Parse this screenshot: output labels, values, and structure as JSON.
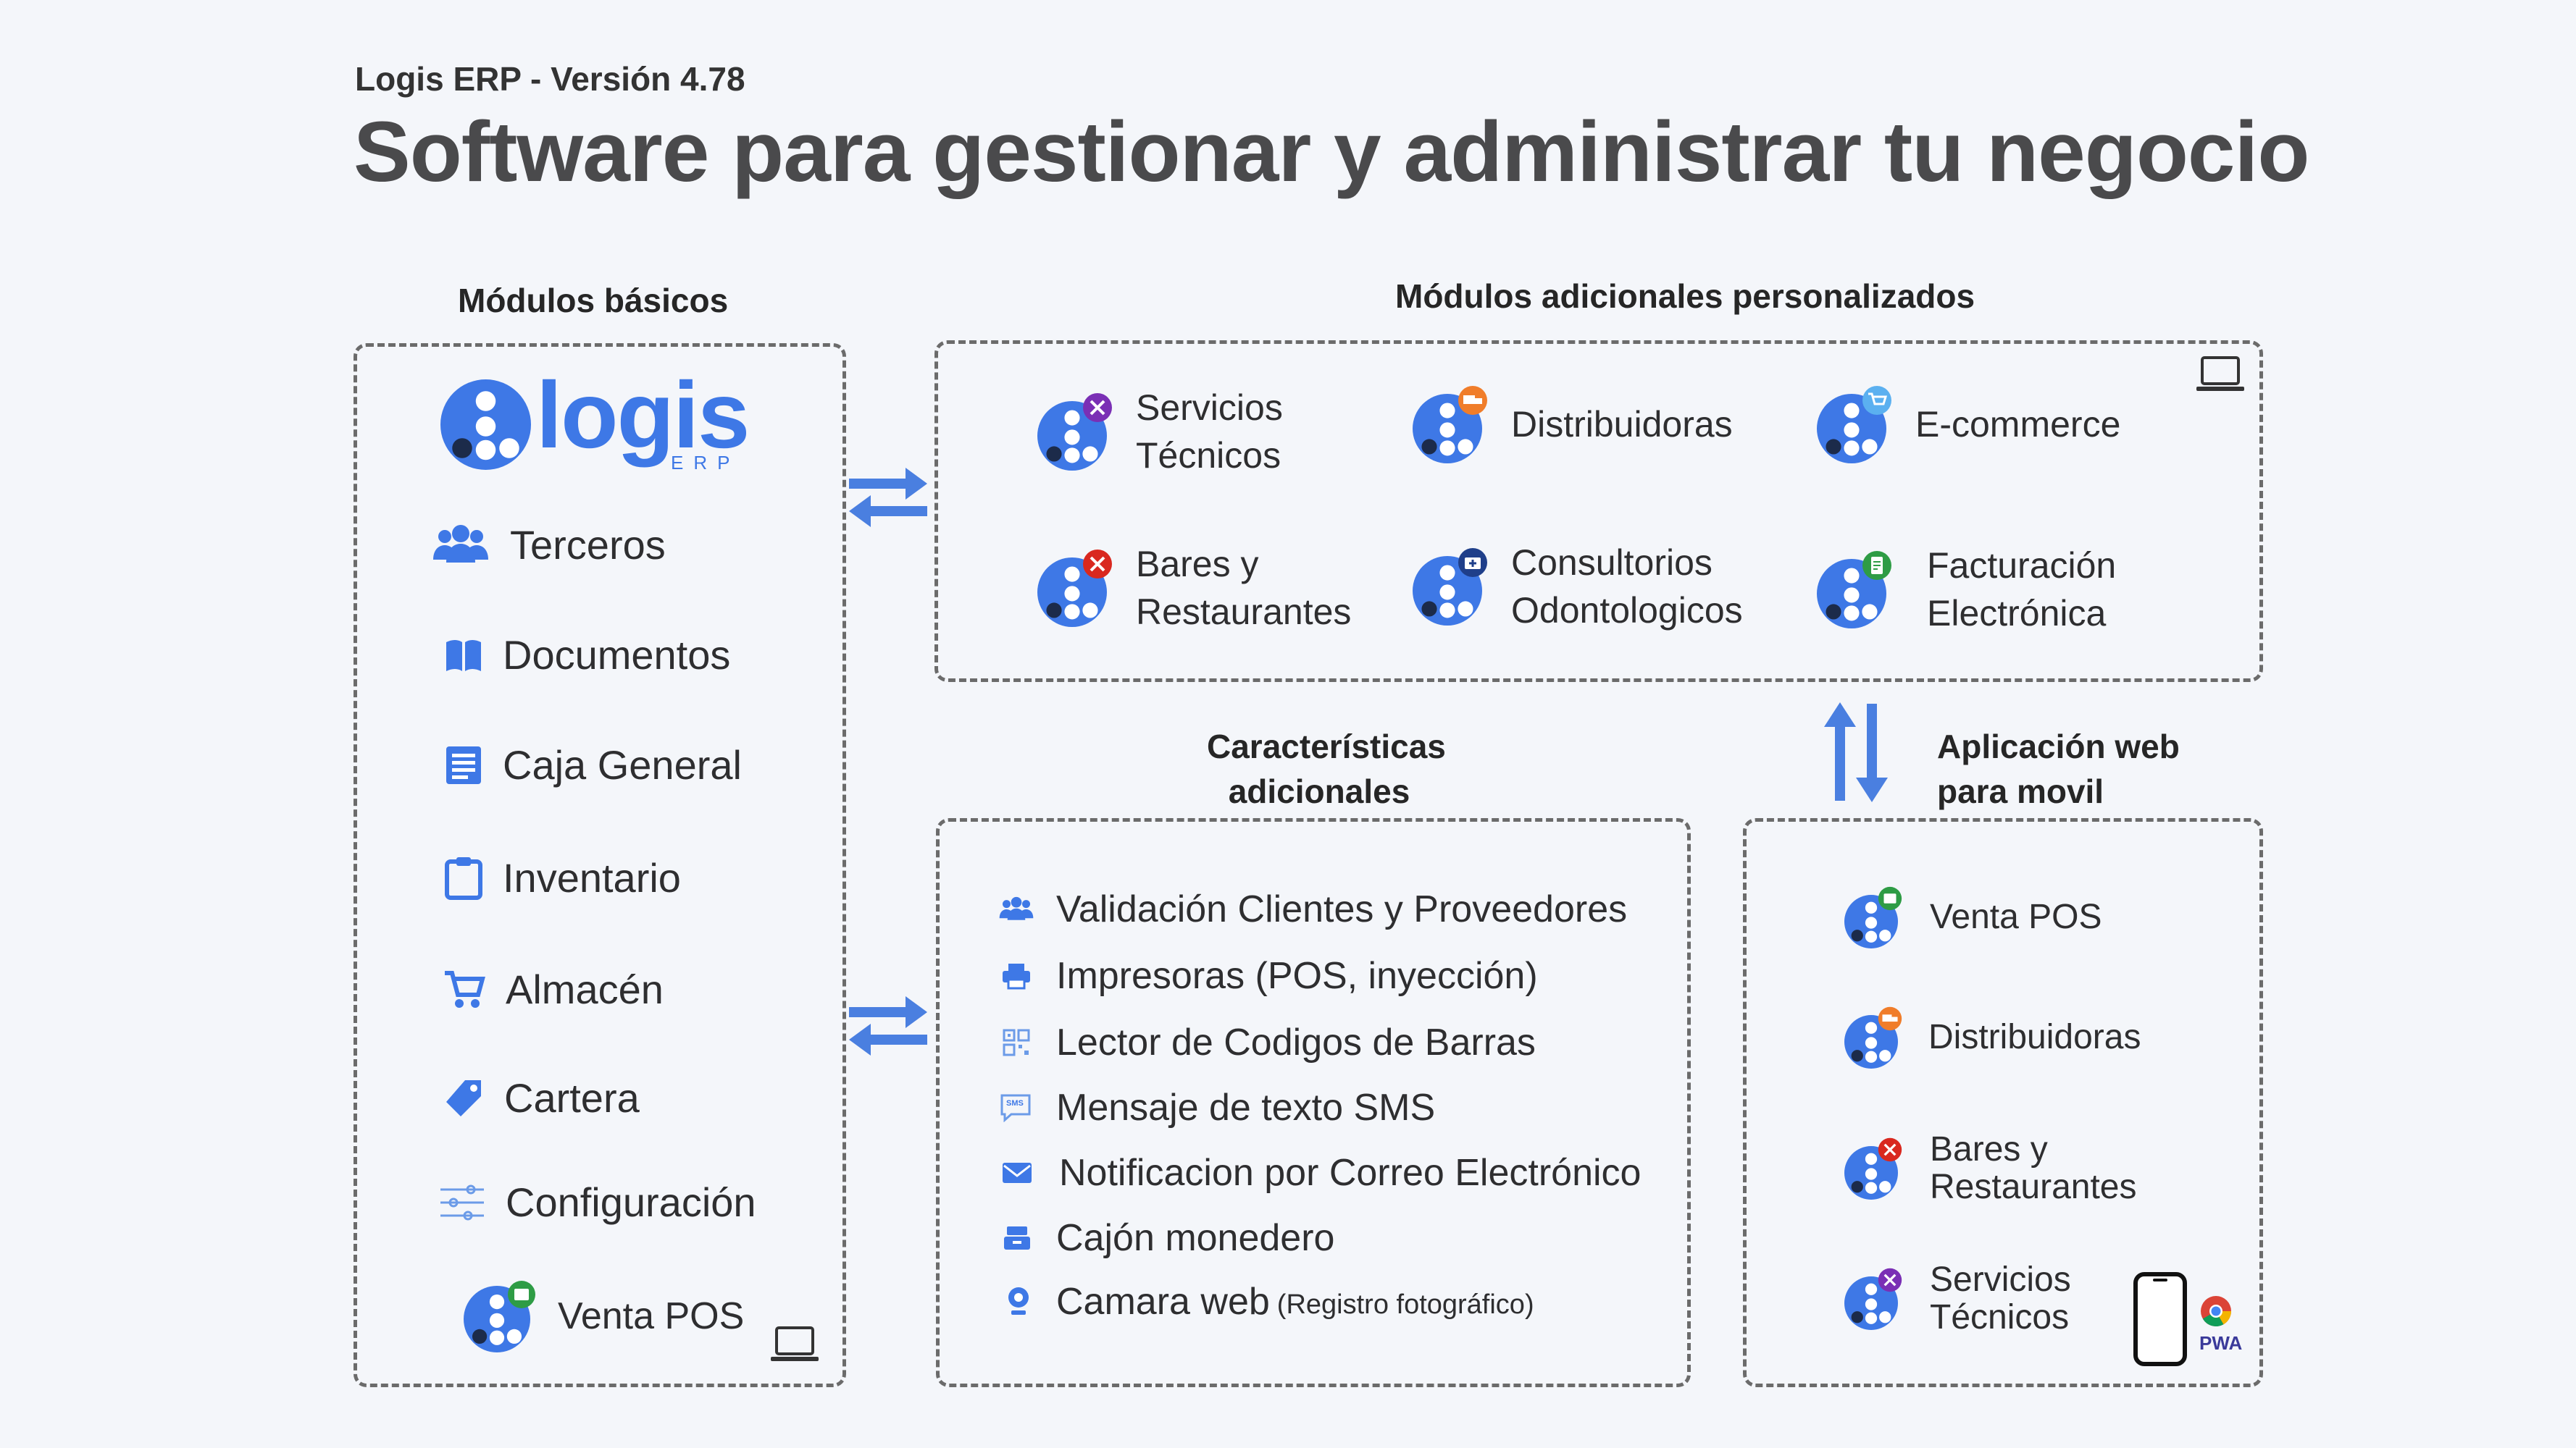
{
  "header": {
    "subtitle": "Logis ERP  - Versión 4.78",
    "title": "Software para gestionar y administrar tu negocio"
  },
  "basic": {
    "heading": "Módulos básicos",
    "logo_word": "logis",
    "logo_sub": "ERP",
    "items": [
      {
        "label": "Terceros",
        "icon": "users-icon"
      },
      {
        "label": "Documentos",
        "icon": "book-icon"
      },
      {
        "label": "Caja General",
        "icon": "list-icon"
      },
      {
        "label": "Inventario",
        "icon": "clipboard-icon"
      },
      {
        "label": "Almacén",
        "icon": "cart-icon"
      },
      {
        "label": "Cartera",
        "icon": "tag-icon"
      },
      {
        "label": "Configuración",
        "icon": "sliders-icon"
      },
      {
        "label": "Venta POS",
        "icon": "logis-pos-icon"
      }
    ]
  },
  "additional": {
    "heading": "Módulos adicionales personalizados",
    "items": [
      {
        "line1": "Servicios",
        "line2": "Técnicos"
      },
      {
        "line1": "Distribuidoras",
        "line2": ""
      },
      {
        "line1": "E-commerce",
        "line2": ""
      },
      {
        "line1": "Bares y",
        "line2": "Restaurantes"
      },
      {
        "line1": "Consultorios",
        "line2": "Odontologicos"
      },
      {
        "line1": "Facturación",
        "line2": "Electrónica"
      }
    ]
  },
  "features": {
    "heading_line1": "Características",
    "heading_line2": "adicionales",
    "items": [
      {
        "label": "Validación Clientes y Proveedores",
        "note": ""
      },
      {
        "label": "Impresoras (POS, inyección)",
        "note": ""
      },
      {
        "label": "Lector de Codigos de Barras",
        "note": ""
      },
      {
        "label": "Mensaje de texto SMS",
        "note": ""
      },
      {
        "label": "Notificacion por Correo Electrónico",
        "note": ""
      },
      {
        "label": "Cajón monedero",
        "note": ""
      },
      {
        "label": "Camara web",
        "note": "(Registro fotográfico)"
      }
    ],
    "sms_icon_text": "SMS"
  },
  "mobile": {
    "heading_line1": "Aplicación web",
    "heading_line2": "para movil",
    "items": [
      {
        "line1": "Venta POS",
        "line2": ""
      },
      {
        "line1": "Distribuidoras",
        "line2": ""
      },
      {
        "line1": "Bares y",
        "line2": "Restaurantes"
      },
      {
        "line1": "Servicios",
        "line2": "Técnicos"
      }
    ],
    "pwa_label": "PWA"
  },
  "colors": {
    "brand_blue": "#3e78e6",
    "arrow_blue": "#4a7fe0",
    "border": "#6b6b6b",
    "badge_purple": "#7a2fb5",
    "badge_orange": "#f07d2a",
    "badge_red": "#d9281f",
    "badge_green": "#2e9c45",
    "badge_lightblue": "#5bb0f0"
  }
}
